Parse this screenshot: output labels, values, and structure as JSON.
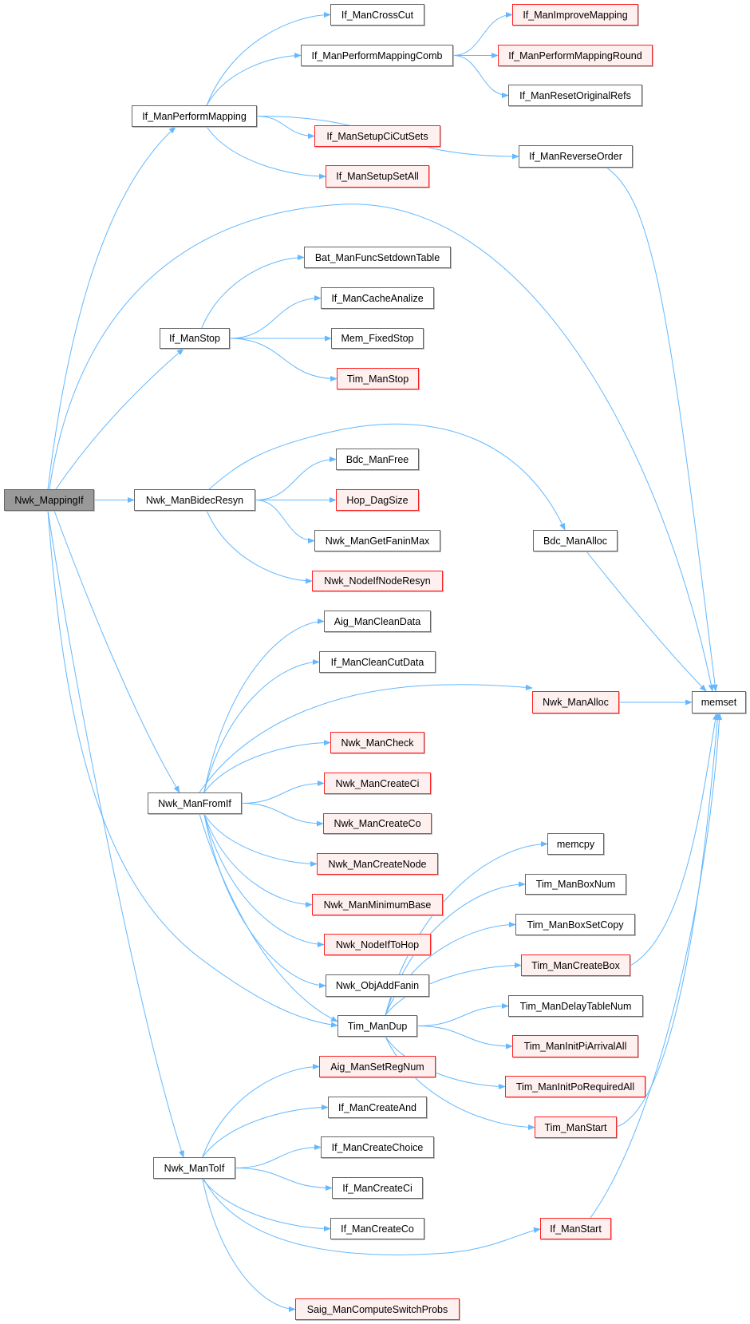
{
  "colors": {
    "edge": "#63b8ff",
    "root_fill": "#999999",
    "red_border": "#ff2020",
    "red_fill": "#fff0f0",
    "normal_border": "#666666"
  },
  "nodes": [
    {
      "id": "Nwk_MappingIf",
      "label": "Nwk_MappingIf",
      "kind": "root"
    },
    {
      "id": "If_ManPerformMapping",
      "label": "If_ManPerformMapping",
      "kind": "normal"
    },
    {
      "id": "If_ManCrossCut",
      "label": "If_ManCrossCut",
      "kind": "normal"
    },
    {
      "id": "If_ManPerformMappingComb",
      "label": "If_ManPerformMappingComb",
      "kind": "normal"
    },
    {
      "id": "If_ManImproveMapping",
      "label": "If_ManImproveMapping",
      "kind": "red"
    },
    {
      "id": "If_ManPerformMappingRound",
      "label": "If_ManPerformMappingRound",
      "kind": "red"
    },
    {
      "id": "If_ManResetOriginalRefs",
      "label": "If_ManResetOriginalRefs",
      "kind": "normal"
    },
    {
      "id": "If_ManSetupCiCutSets",
      "label": "If_ManSetupCiCutSets",
      "kind": "red"
    },
    {
      "id": "If_ManReverseOrder",
      "label": "If_ManReverseOrder",
      "kind": "normal"
    },
    {
      "id": "If_ManSetupSetAll",
      "label": "If_ManSetupSetAll",
      "kind": "red"
    },
    {
      "id": "Bat_ManFuncSetdownTable",
      "label": "Bat_ManFuncSetdownTable",
      "kind": "normal"
    },
    {
      "id": "If_ManCacheAnalize",
      "label": "If_ManCacheAnalize",
      "kind": "normal"
    },
    {
      "id": "If_ManStop",
      "label": "If_ManStop",
      "kind": "normal"
    },
    {
      "id": "Mem_FixedStop",
      "label": "Mem_FixedStop",
      "kind": "normal"
    },
    {
      "id": "Tim_ManStop",
      "label": "Tim_ManStop",
      "kind": "red"
    },
    {
      "id": "Nwk_ManBidecResyn",
      "label": "Nwk_ManBidecResyn",
      "kind": "normal"
    },
    {
      "id": "Bdc_ManFree",
      "label": "Bdc_ManFree",
      "kind": "normal"
    },
    {
      "id": "Hop_DagSize",
      "label": "Hop_DagSize",
      "kind": "red"
    },
    {
      "id": "Nwk_ManGetFaninMax",
      "label": "Nwk_ManGetFaninMax",
      "kind": "normal"
    },
    {
      "id": "Bdc_ManAlloc",
      "label": "Bdc_ManAlloc",
      "kind": "normal"
    },
    {
      "id": "Nwk_NodeIfNodeResyn",
      "label": "Nwk_NodeIfNodeResyn",
      "kind": "red"
    },
    {
      "id": "Aig_ManCleanData",
      "label": "Aig_ManCleanData",
      "kind": "normal"
    },
    {
      "id": "If_ManCleanCutData",
      "label": "If_ManCleanCutData",
      "kind": "normal"
    },
    {
      "id": "Nwk_ManAlloc",
      "label": "Nwk_ManAlloc",
      "kind": "red"
    },
    {
      "id": "memset",
      "label": "memset",
      "kind": "normal"
    },
    {
      "id": "Nwk_ManCheck",
      "label": "Nwk_ManCheck",
      "kind": "red"
    },
    {
      "id": "Nwk_ManCreateCi",
      "label": "Nwk_ManCreateCi",
      "kind": "red"
    },
    {
      "id": "Nwk_ManFromIf",
      "label": "Nwk_ManFromIf",
      "kind": "normal"
    },
    {
      "id": "Nwk_ManCreateCo",
      "label": "Nwk_ManCreateCo",
      "kind": "red"
    },
    {
      "id": "memcpy",
      "label": "memcpy",
      "kind": "normal"
    },
    {
      "id": "Nwk_ManCreateNode",
      "label": "Nwk_ManCreateNode",
      "kind": "red"
    },
    {
      "id": "Tim_ManBoxNum",
      "label": "Tim_ManBoxNum",
      "kind": "normal"
    },
    {
      "id": "Nwk_ManMinimumBase",
      "label": "Nwk_ManMinimumBase",
      "kind": "red"
    },
    {
      "id": "Tim_ManBoxSetCopy",
      "label": "Tim_ManBoxSetCopy",
      "kind": "normal"
    },
    {
      "id": "Nwk_NodeIfToHop",
      "label": "Nwk_NodeIfToHop",
      "kind": "red"
    },
    {
      "id": "Tim_ManCreateBox",
      "label": "Tim_ManCreateBox",
      "kind": "red"
    },
    {
      "id": "Nwk_ObjAddFanin",
      "label": "Nwk_ObjAddFanin",
      "kind": "normal"
    },
    {
      "id": "Tim_ManDelayTableNum",
      "label": "Tim_ManDelayTableNum",
      "kind": "normal"
    },
    {
      "id": "Tim_ManDup",
      "label": "Tim_ManDup",
      "kind": "normal"
    },
    {
      "id": "Tim_ManInitPiArrivalAll",
      "label": "Tim_ManInitPiArrivalAll",
      "kind": "red"
    },
    {
      "id": "Aig_ManSetRegNum",
      "label": "Aig_ManSetRegNum",
      "kind": "red"
    },
    {
      "id": "Tim_ManInitPoRequiredAll",
      "label": "Tim_ManInitPoRequiredAll",
      "kind": "red"
    },
    {
      "id": "If_ManCreateAnd",
      "label": "If_ManCreateAnd",
      "kind": "normal"
    },
    {
      "id": "Tim_ManStart",
      "label": "Tim_ManStart",
      "kind": "red"
    },
    {
      "id": "If_ManCreateChoice",
      "label": "If_ManCreateChoice",
      "kind": "normal"
    },
    {
      "id": "Nwk_ManToIf",
      "label": "Nwk_ManToIf",
      "kind": "normal"
    },
    {
      "id": "If_ManCreateCi",
      "label": "If_ManCreateCi",
      "kind": "normal"
    },
    {
      "id": "If_ManCreateCo",
      "label": "If_ManCreateCo",
      "kind": "normal"
    },
    {
      "id": "If_ManStart",
      "label": "If_ManStart",
      "kind": "red"
    },
    {
      "id": "Saig_ManComputeSwitchProbs",
      "label": "Saig_ManComputeSwitchProbs",
      "kind": "red"
    }
  ],
  "edges": [
    [
      "If_ManPerformMapping",
      "If_ManCrossCut"
    ],
    [
      "If_ManPerformMapping",
      "If_ManPerformMappingComb"
    ],
    [
      "If_ManPerformMapping",
      "If_ManReverseOrder"
    ],
    [
      "If_ManPerformMapping",
      "If_ManSetupCiCutSets"
    ],
    [
      "If_ManPerformMapping",
      "If_ManSetupSetAll"
    ],
    [
      "If_ManPerformMappingComb",
      "If_ManImproveMapping"
    ],
    [
      "If_ManPerformMappingComb",
      "If_ManPerformMappingRound"
    ],
    [
      "If_ManPerformMappingComb",
      "If_ManResetOriginalRefs"
    ],
    [
      "If_ManReverseOrder",
      "memset"
    ],
    [
      "Nwk_MappingIf",
      "If_ManPerformMapping"
    ],
    [
      "Nwk_MappingIf",
      "memset"
    ],
    [
      "Nwk_MappingIf",
      "If_ManStop"
    ],
    [
      "Nwk_MappingIf",
      "Nwk_ManBidecResyn"
    ],
    [
      "Nwk_MappingIf",
      "Nwk_ManFromIf"
    ],
    [
      "Nwk_MappingIf",
      "Tim_ManDup"
    ],
    [
      "Nwk_MappingIf",
      "Nwk_ManToIf"
    ],
    [
      "If_ManStop",
      "Bat_ManFuncSetdownTable"
    ],
    [
      "If_ManStop",
      "If_ManCacheAnalize"
    ],
    [
      "If_ManStop",
      "Mem_FixedStop"
    ],
    [
      "If_ManStop",
      "Tim_ManStop"
    ],
    [
      "Nwk_ManBidecResyn",
      "Bdc_ManAlloc"
    ],
    [
      "Nwk_ManBidecResyn",
      "Bdc_ManFree"
    ],
    [
      "Nwk_ManBidecResyn",
      "Hop_DagSize"
    ],
    [
      "Nwk_ManBidecResyn",
      "Nwk_ManGetFaninMax"
    ],
    [
      "Nwk_ManBidecResyn",
      "Nwk_NodeIfNodeResyn"
    ],
    [
      "Bdc_ManAlloc",
      "memset"
    ],
    [
      "Nwk_ManFromIf",
      "Aig_ManCleanData"
    ],
    [
      "Nwk_ManFromIf",
      "If_ManCleanCutData"
    ],
    [
      "Nwk_ManFromIf",
      "Nwk_ManAlloc"
    ],
    [
      "Nwk_ManFromIf",
      "Nwk_ManCheck"
    ],
    [
      "Nwk_ManFromIf",
      "Nwk_ManCreateCi"
    ],
    [
      "Nwk_ManFromIf",
      "Nwk_ManCreateCo"
    ],
    [
      "Nwk_ManFromIf",
      "Nwk_ManCreateNode"
    ],
    [
      "Nwk_ManFromIf",
      "Nwk_ManMinimumBase"
    ],
    [
      "Nwk_ManFromIf",
      "Nwk_NodeIfToHop"
    ],
    [
      "Nwk_ManFromIf",
      "Nwk_ObjAddFanin"
    ],
    [
      "Nwk_ManFromIf",
      "Tim_ManDup"
    ],
    [
      "Nwk_ManAlloc",
      "memset"
    ],
    [
      "Tim_ManDup",
      "memcpy"
    ],
    [
      "Tim_ManDup",
      "Tim_ManBoxNum"
    ],
    [
      "Tim_ManDup",
      "Tim_ManBoxSetCopy"
    ],
    [
      "Tim_ManDup",
      "Tim_ManCreateBox"
    ],
    [
      "Tim_ManDup",
      "Tim_ManDelayTableNum"
    ],
    [
      "Tim_ManDup",
      "Tim_ManInitPiArrivalAll"
    ],
    [
      "Tim_ManDup",
      "Tim_ManInitPoRequiredAll"
    ],
    [
      "Tim_ManDup",
      "Tim_ManStart"
    ],
    [
      "Tim_ManCreateBox",
      "memset"
    ],
    [
      "Tim_ManStart",
      "memset"
    ],
    [
      "Nwk_ManToIf",
      "Aig_ManSetRegNum"
    ],
    [
      "Nwk_ManToIf",
      "If_ManCreateAnd"
    ],
    [
      "Nwk_ManToIf",
      "If_ManCreateChoice"
    ],
    [
      "Nwk_ManToIf",
      "If_ManCreateCi"
    ],
    [
      "Nwk_ManToIf",
      "If_ManCreateCo"
    ],
    [
      "Nwk_ManToIf",
      "If_ManStart"
    ],
    [
      "Nwk_ManToIf",
      "Saig_ManComputeSwitchProbs"
    ],
    [
      "If_ManStart",
      "memset"
    ]
  ]
}
